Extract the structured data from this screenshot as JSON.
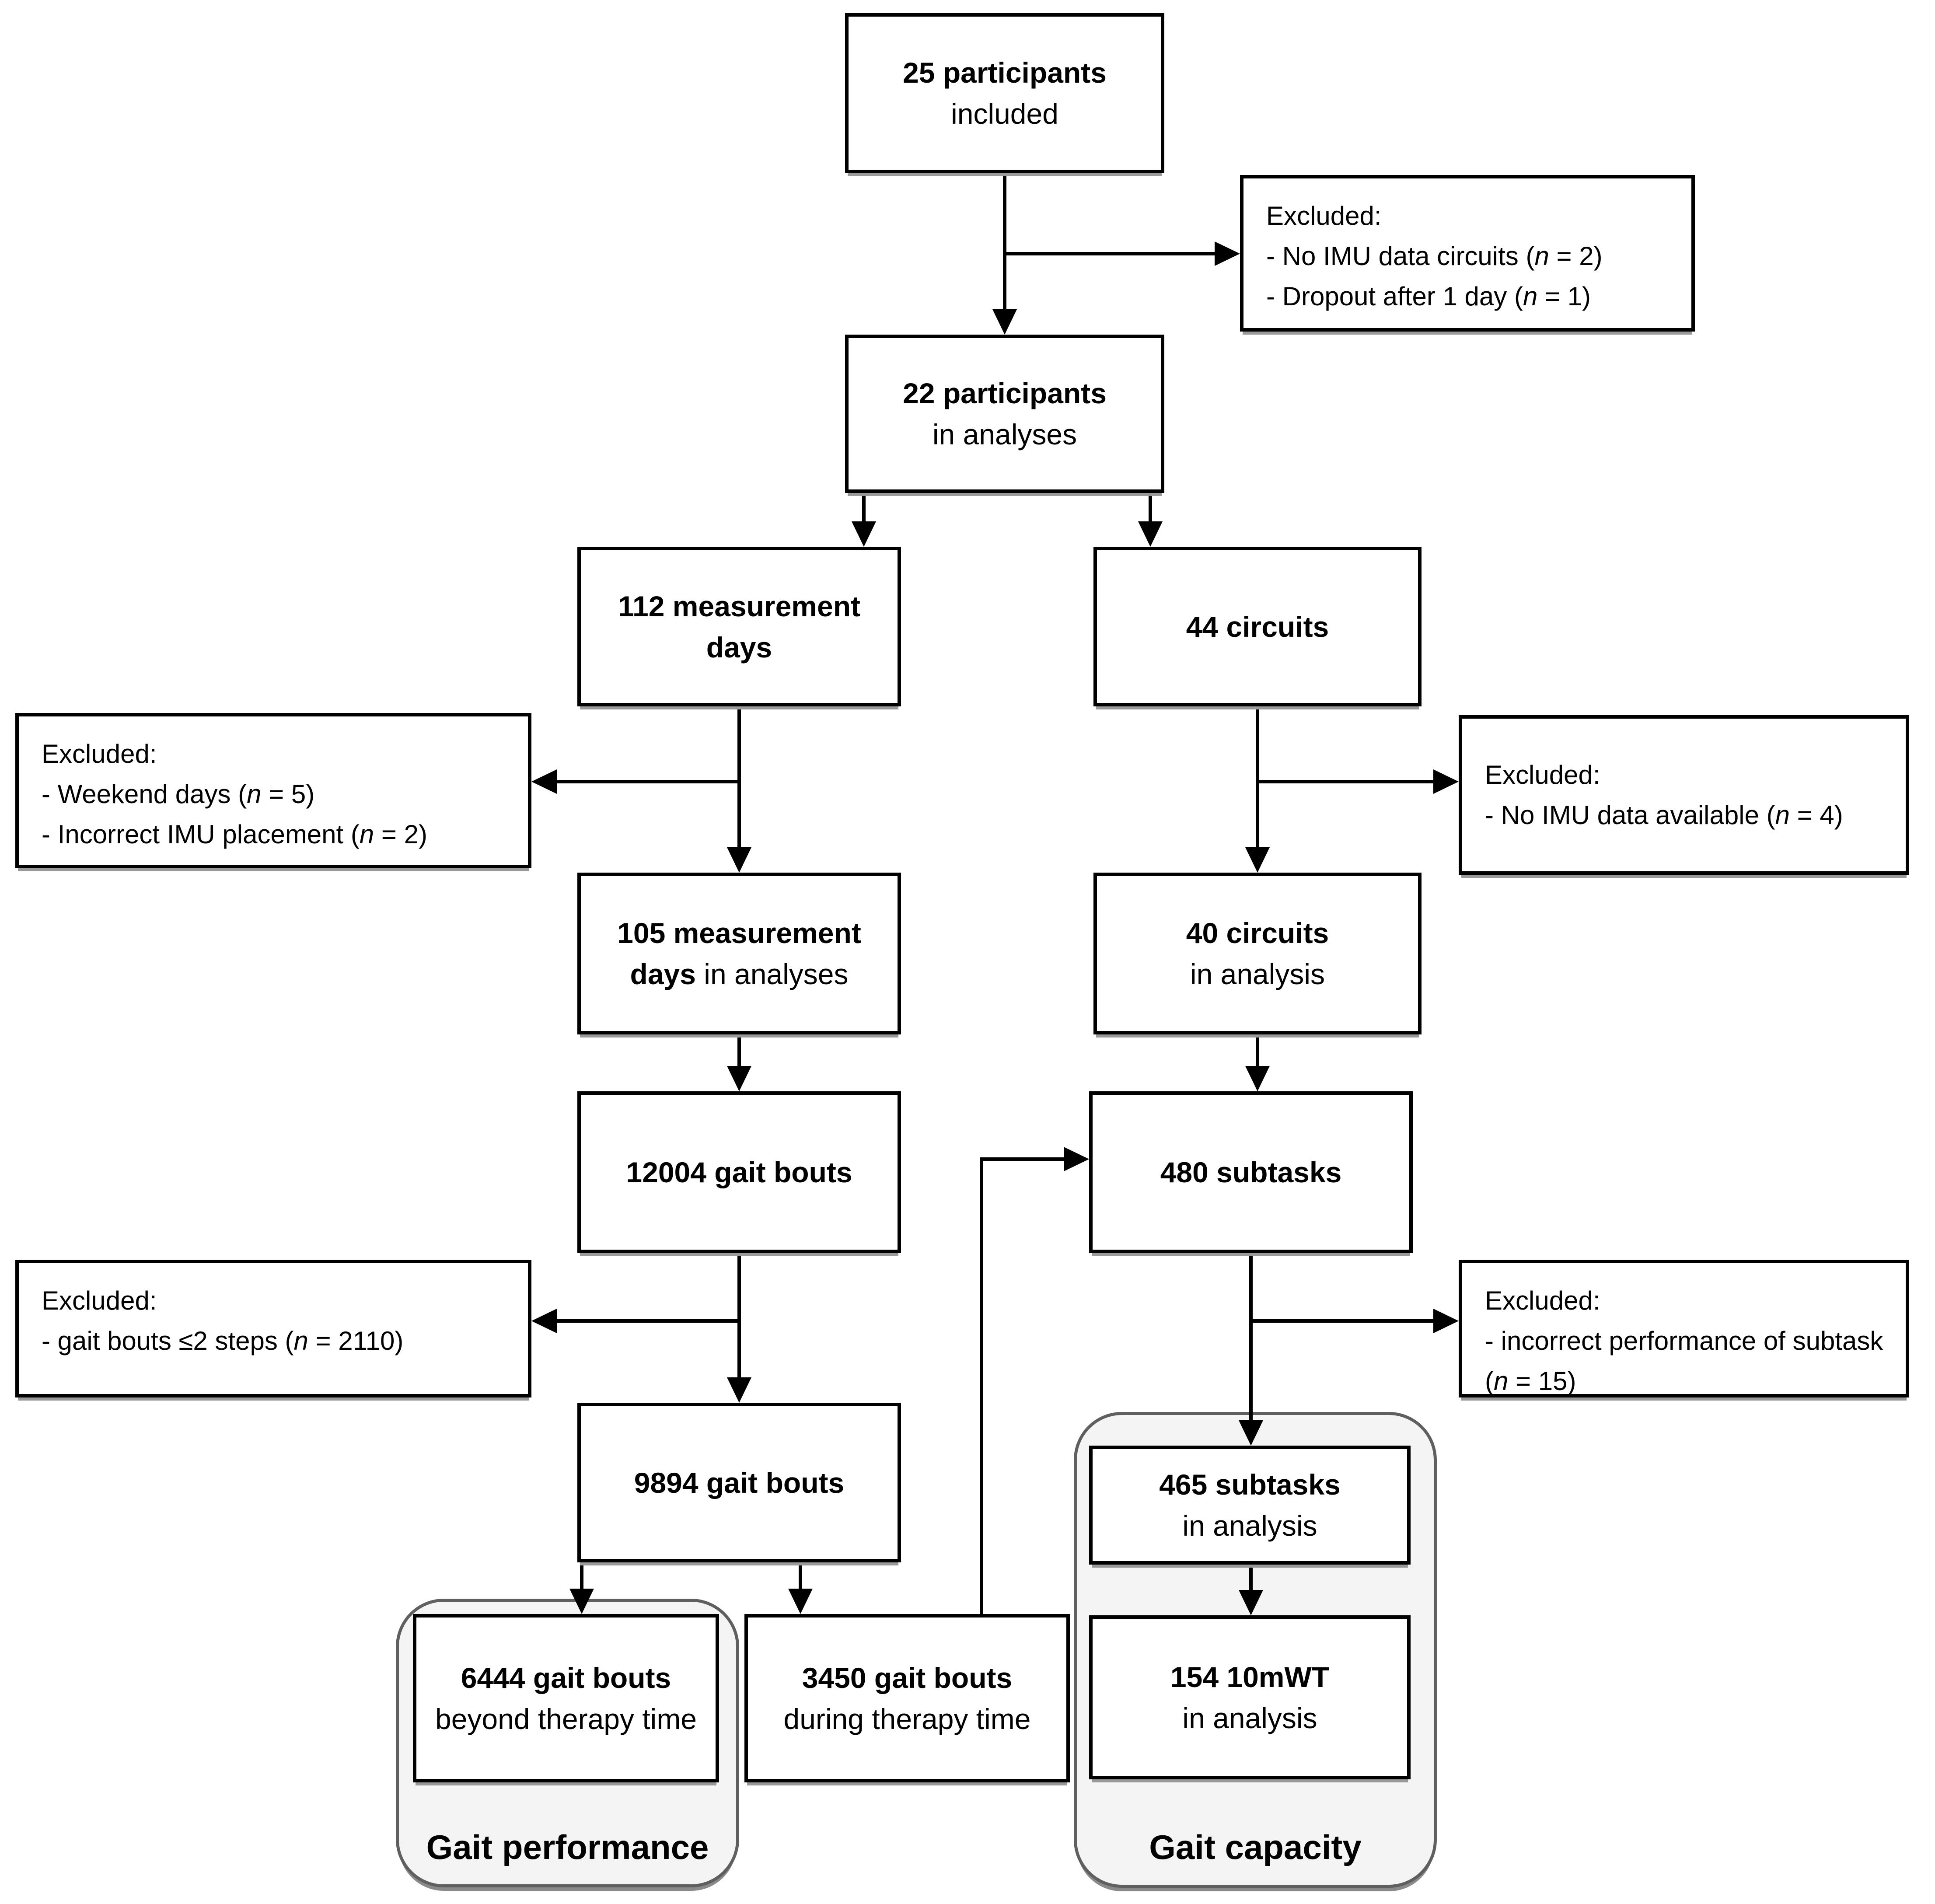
{
  "colors": {
    "box_border": "#000000",
    "box_fill": "#ffffff",
    "text": "#000000",
    "group_fill": "#f4f4f4",
    "group_border": "#5f5f5f",
    "shadow": "#999999"
  },
  "nodes": {
    "participants_included": {
      "l1": "25 participants",
      "l2": "included"
    },
    "participants_analyses": {
      "l1": "22 participants",
      "l2": "in analyses"
    },
    "measurement_days": {
      "l1": "112 measurement",
      "l2": "days"
    },
    "circuits": {
      "l1": "44 circuits"
    },
    "measurement_days_analyses": {
      "l1": "105 measurement",
      "l2_bold": "days",
      "l2_rest": " in analyses"
    },
    "circuits_analysis": {
      "l1": "40 circuits",
      "l2": "in analysis"
    },
    "gait_bouts": {
      "l1": "12004 gait bouts"
    },
    "subtasks": {
      "l1": "480 subtasks"
    },
    "gait_bouts_included": {
      "l1": "9894 gait bouts"
    },
    "subtasks_analysis": {
      "l1": "465 subtasks",
      "l2": "in analysis"
    },
    "gait_bouts_beyond": {
      "l1": "6444 gait bouts",
      "l2": "beyond therapy time"
    },
    "gait_bouts_during": {
      "l1": "3450 gait bouts",
      "l2": "during therapy time"
    },
    "tenmwt_analysis": {
      "l1": "154 10mWT",
      "l2": "in analysis"
    }
  },
  "exclusions": {
    "no_imu_circuits": {
      "title": "Excluded:",
      "i1_pre": "- No IMU data circuits (",
      "i1_n": "n",
      "i1_post": " = 2)",
      "i2_pre": "- Dropout after 1 day (",
      "i2_n": "n",
      "i2_post": " = 1)"
    },
    "weekend": {
      "title": "Excluded:",
      "i1_pre": "- Weekend days (",
      "i1_n": "n",
      "i1_post": " = 5)",
      "i2_pre": "- Incorrect IMU placement (",
      "i2_n": "n",
      "i2_post": " = 2)"
    },
    "no_imu_available": {
      "title": "Excluded:",
      "i1_pre": "- No IMU data available (",
      "i1_n": "n",
      "i1_post": " = 4)"
    },
    "short_bouts": {
      "title": "Excluded:",
      "i1_pre": "- gait bouts ≤2 steps (",
      "i1_n": "n",
      "i1_post": " = 2110)"
    },
    "incorrect_subtask": {
      "title": "Excluded:",
      "i1_pre": "- incorrect performance of subtask (",
      "i1_n": "n",
      "i1_post": " = 15)"
    }
  },
  "groups": {
    "performance": "Gait performance",
    "capacity": "Gait capacity"
  }
}
